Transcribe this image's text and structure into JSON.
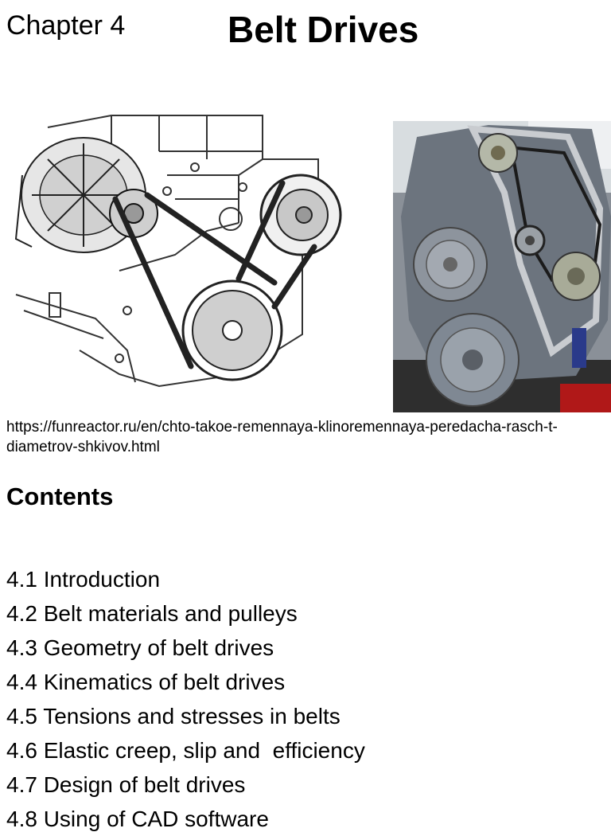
{
  "header": {
    "chapter": "Chapter 4",
    "title": "Belt Drives"
  },
  "figures": {
    "source_url": "https://funreactor.ru/en/chto-takoe-remennaya-klinoremennaya-peredacha-rasch-t-diametrov-shkivov.html"
  },
  "contents": {
    "heading": "Contents",
    "items": [
      "4.1 Introduction",
      "4.2 Belt materials and pulleys",
      "4.3 Geometry of belt drives",
      "4.4 Kinematics of belt drives",
      "4.5 Tensions and stresses in belts",
      "4.6 Elastic creep, slip and  efficiency",
      "4.7 Design of belt drives",
      "4.8 Using of CAD software"
    ]
  }
}
